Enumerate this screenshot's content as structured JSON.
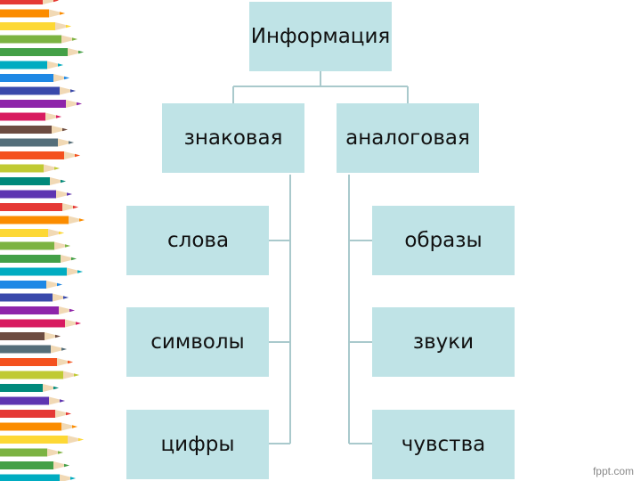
{
  "diagram": {
    "root": "Информация",
    "branches": [
      {
        "label": "знаковая",
        "items": [
          "слова",
          "символы",
          "цифры"
        ]
      },
      {
        "label": "аналоговая",
        "items": [
          "образы",
          "звуки",
          "чувства"
        ]
      }
    ]
  },
  "watermark": "fppt.com",
  "colors": {
    "box_fill": "#bfe3e6",
    "connector": "#a9c9cc"
  },
  "decoration": "colored-pencils-icon"
}
